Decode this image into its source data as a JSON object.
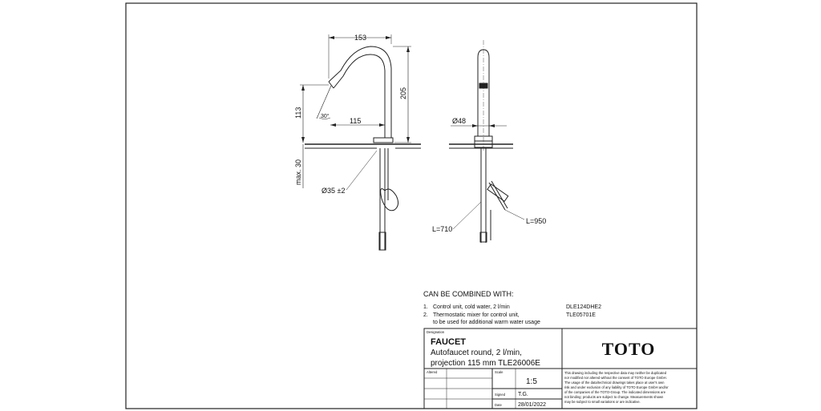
{
  "front_view": {
    "dim_width": "153",
    "dim_height_total": "205",
    "dim_height_outlet": "113",
    "dim_angle": "30°",
    "dim_projection": "115",
    "dim_max": "max. 30",
    "dim_hole": "Ø35 ±2"
  },
  "side_view": {
    "dim_diameter": "Ø48",
    "hose_left": "L=710",
    "hose_right": "L=950"
  },
  "combined": {
    "heading": "CAN BE COMBINED WITH:",
    "items": [
      {
        "num": "1.",
        "text": "Control unit, cold water, 2 l/min",
        "code": "DLE124DHE2"
      },
      {
        "num": "2.",
        "text": "Thermostatic mixer for control unit,",
        "code": "TLE05701E"
      }
    ],
    "item2_cont": "to be used for additional warm water usage"
  },
  "title_block": {
    "designation_label": "Designation",
    "product_title": "FAUCET",
    "product_desc_1": "Autofaucet round, 2 l/min,",
    "product_desc_2": "projection 115 mm TLE26006E",
    "brand": "TOTO",
    "altered_label": "Altered",
    "scale_label": "Scale",
    "scale_value": "1:5",
    "signed_label": "Signed",
    "signed_value": "T.G.",
    "date_label": "Date",
    "date_value": "28/01/2022",
    "disclaimer": [
      "This drawing including the respective data may neither be duplicated",
      "nor modified nor altered without the consent of TOTO Europe GmbH.",
      "The usage of the data/technical drawings takes place at user's own",
      "risk and under exclusion of any liability of TOTO Europe GmbH and/or",
      "of the companies of the TOTO-Group. The indicated dimensions are",
      "not binding; products are subject to change. Measurements shown",
      "may be subject to small variations or are indicative."
    ]
  }
}
